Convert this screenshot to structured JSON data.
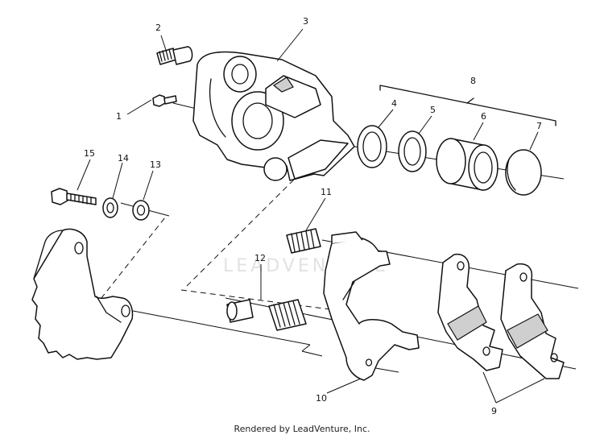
{
  "diagram": {
    "callouts": [
      {
        "id": "1",
        "text": "1"
      },
      {
        "id": "2",
        "text": "2"
      },
      {
        "id": "3",
        "text": "3"
      },
      {
        "id": "4",
        "text": "4"
      },
      {
        "id": "5",
        "text": "5"
      },
      {
        "id": "6",
        "text": "6"
      },
      {
        "id": "7",
        "text": "7"
      },
      {
        "id": "8",
        "text": "8"
      },
      {
        "id": "9",
        "text": "9"
      },
      {
        "id": "10",
        "text": "10"
      },
      {
        "id": "11",
        "text": "11"
      },
      {
        "id": "12",
        "text": "12"
      },
      {
        "id": "13",
        "text": "13"
      },
      {
        "id": "14",
        "text": "14"
      },
      {
        "id": "15",
        "text": "15"
      }
    ],
    "watermark": "LEADVENTURE",
    "credit": "Rendered by LeadVenture, Inc."
  }
}
